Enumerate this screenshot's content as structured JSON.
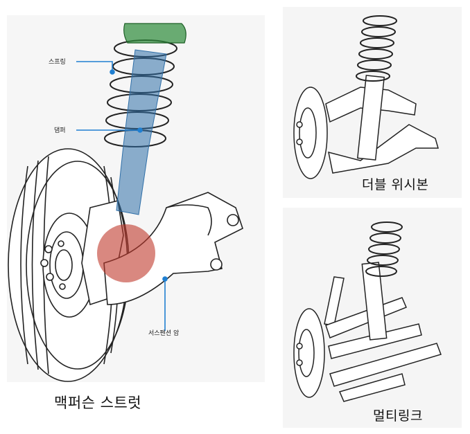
{
  "captions": {
    "macpherson": "맥퍼슨 스트럿",
    "double_wishbone": "더블 위시본",
    "multilink": "멀티링크"
  },
  "callouts": {
    "spring": "스프링",
    "damper": "댐퍼",
    "suspension_arm": "서스펜션 암"
  },
  "colors": {
    "strut_mount": "#2e8b3a",
    "damper": "#2f6fa8",
    "ball_joint": "#c0392b",
    "callout_line": "#1f7fd1"
  }
}
